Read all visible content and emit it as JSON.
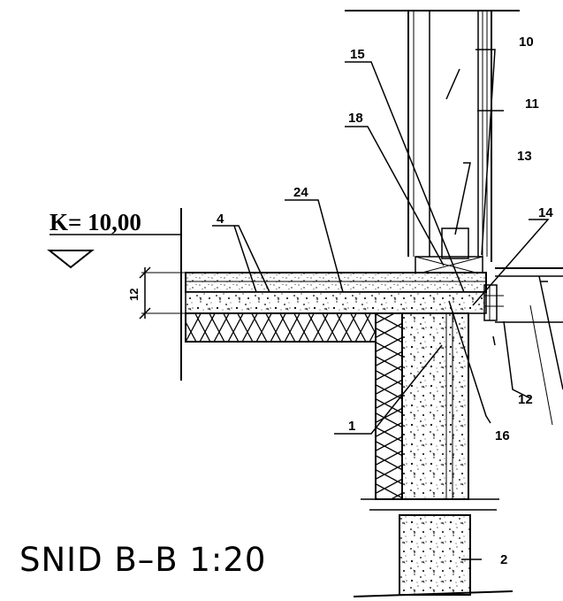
{
  "title": "SNID B–B 1:20",
  "level_mark": "K= 10,00",
  "dimension": "12",
  "callouts": {
    "c1": "1",
    "c2": "2",
    "c4": "4",
    "c10": "10",
    "c11": "11",
    "c12": "12",
    "c13": "13",
    "c14": "14",
    "c15": "15",
    "c16": "16",
    "c18": "18",
    "c24": "24"
  }
}
